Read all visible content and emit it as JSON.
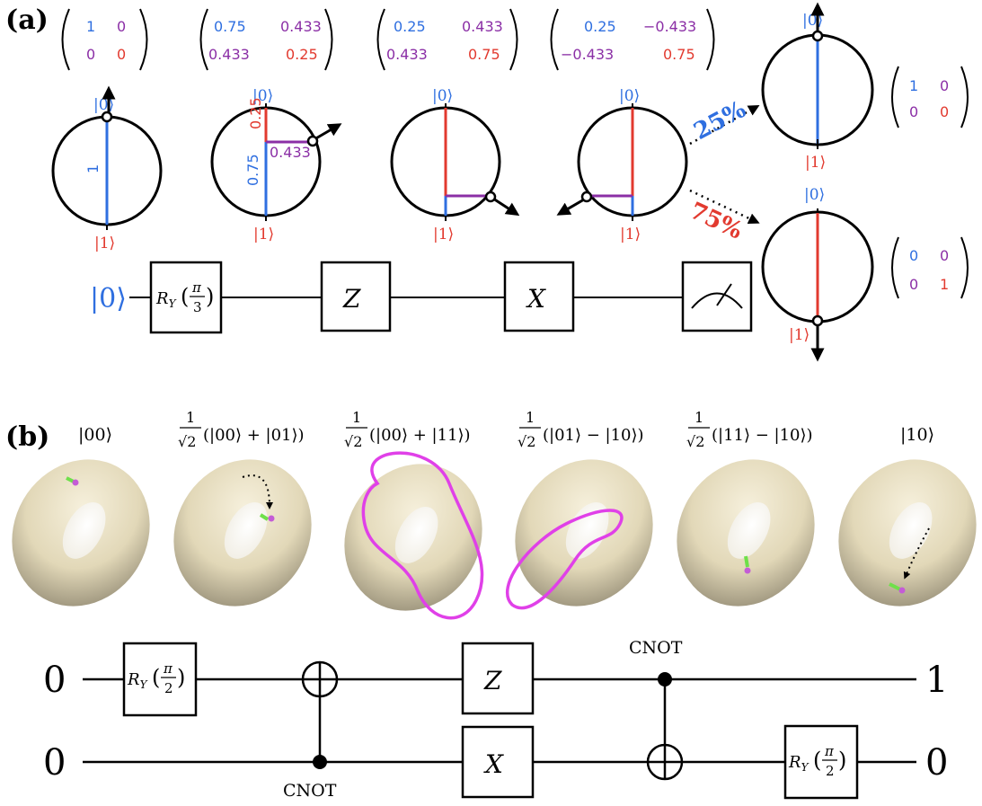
{
  "panel_a": {
    "label": "(a)",
    "input_ket": "|0⟩",
    "ket0": "|0⟩",
    "ket1": "|1⟩",
    "stage1": {
      "matrix": [
        "1",
        "0",
        "0",
        "0"
      ],
      "segment_label": "1"
    },
    "stage2": {
      "matrix": [
        "0.75",
        "0.433",
        "0.433",
        "0.25"
      ],
      "label_top": "0.25",
      "label_bottom": "0.75",
      "label_horiz": "0.433"
    },
    "stage3": {
      "matrix": [
        "0.25",
        "0.433",
        "0.433",
        "0.75"
      ]
    },
    "stage4": {
      "matrix": [
        "0.25",
        "−0.433",
        "−0.433",
        "0.75"
      ]
    },
    "outcome_up": {
      "percent": "25%",
      "matrix": [
        "1",
        "0",
        "0",
        "0"
      ]
    },
    "outcome_down": {
      "percent": "75%",
      "matrix": [
        "0",
        "0",
        "0",
        "1"
      ]
    },
    "gates": {
      "ry_symbol": "R",
      "ry_subscript": "Y",
      "ry_arg_num": "π",
      "ry_arg_den": "3",
      "z": "Z",
      "x": "X"
    },
    "colors": {
      "blue": "#2f6fe0",
      "red": "#e23a2f",
      "purple": "#8b2fa6"
    }
  },
  "panel_b": {
    "label": "(b)",
    "states": [
      {
        "ket": "|00⟩"
      },
      {
        "coef_num": "1",
        "coef_den": "√2",
        "expr": "(|00⟩ + |01⟩)"
      },
      {
        "coef_num": "1",
        "coef_den": "√2",
        "expr": "(|00⟩ + |11⟩)"
      },
      {
        "coef_num": "1",
        "coef_den": "√2",
        "expr": "(|01⟩ − |10⟩)"
      },
      {
        "coef_num": "1",
        "coef_den": "√2",
        "expr": "(|11⟩ − |10⟩)"
      },
      {
        "ket": "|10⟩"
      }
    ],
    "circuit": {
      "input_top": "0",
      "input_bottom": "0",
      "output_top": "1",
      "output_bottom": "0",
      "ry_symbol": "R",
      "ry_subscript": "Y",
      "ry_arg_num": "π",
      "ry_arg_den": "2",
      "z": "Z",
      "x": "X",
      "cnot_label_1": "CNOT",
      "cnot_label_2": "CNOT"
    },
    "colors": {
      "torus": "#e8dfc2",
      "loop": "#e040e8",
      "point": "#c45cd6",
      "arrow_tip": "#6ee04a"
    }
  }
}
